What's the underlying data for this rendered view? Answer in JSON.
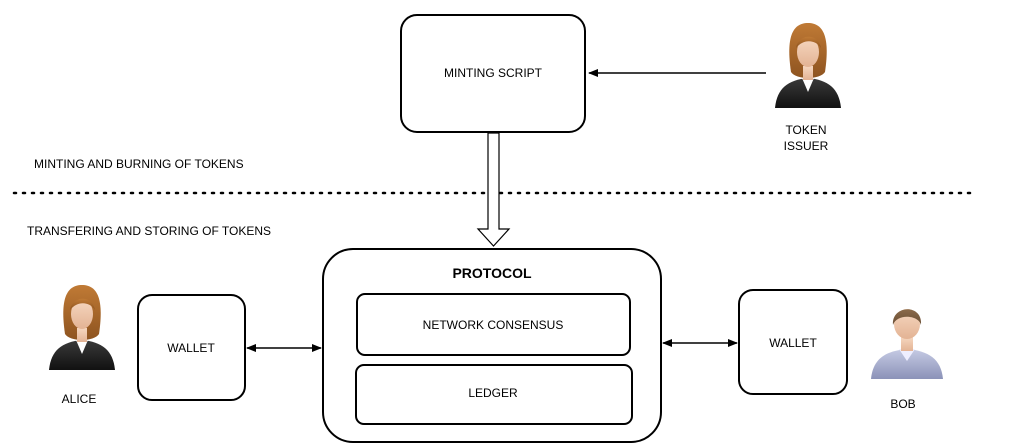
{
  "nodes": {
    "minting_script": "MINTING SCRIPT",
    "protocol": "PROTOCOL",
    "network_consensus": "NETWORK CONSENSUS",
    "ledger": "LEDGER",
    "wallet_left": "WALLET",
    "wallet_right": "WALLET"
  },
  "actors": {
    "token_issuer_line1": "TOKEN",
    "token_issuer_line2": "ISSUER",
    "alice": "ALICE",
    "bob": "BOB"
  },
  "sections": {
    "top": "MINTING AND BURNING OF TOKENS",
    "bottom": "TRANSFERING AND STORING OF TOKENS"
  },
  "icons": {
    "token_issuer": "woman-user-icon",
    "alice": "woman-user-icon",
    "bob": "man-user-icon"
  }
}
